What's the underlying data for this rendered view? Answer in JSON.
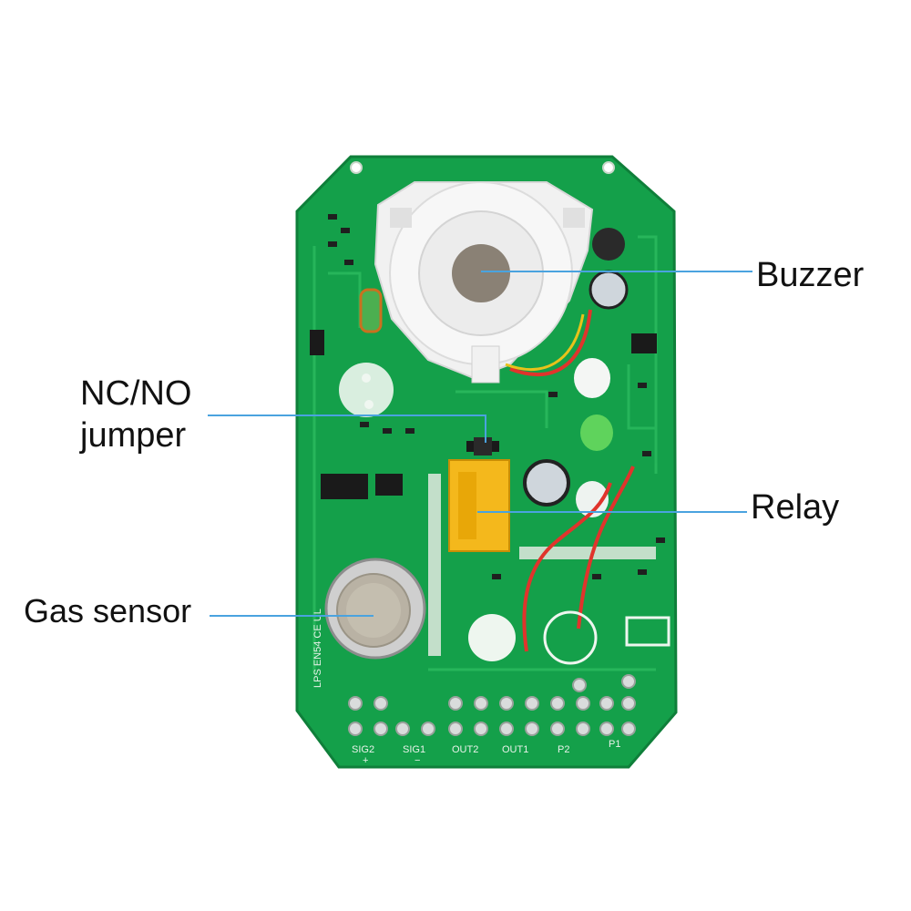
{
  "callouts": {
    "buzzer": "Buzzer",
    "nc_no_line1": "NC/NO",
    "nc_no_line2": "jumper",
    "relay": "Relay",
    "gas_sensor": "Gas sensor"
  },
  "board": {
    "side_marking": "LPS EN54 CE UL",
    "terminals": [
      "SIG2",
      "SIG1",
      "OUT2",
      "OUT1",
      "P2",
      "P1"
    ],
    "polarity": [
      "+",
      "−"
    ]
  },
  "colors": {
    "pcb": "#14a04a",
    "pcb_dark": "#0f7f3a",
    "leader_line": "#4aa3df",
    "relay": "#f4b81c",
    "wire": "#e0342c"
  }
}
